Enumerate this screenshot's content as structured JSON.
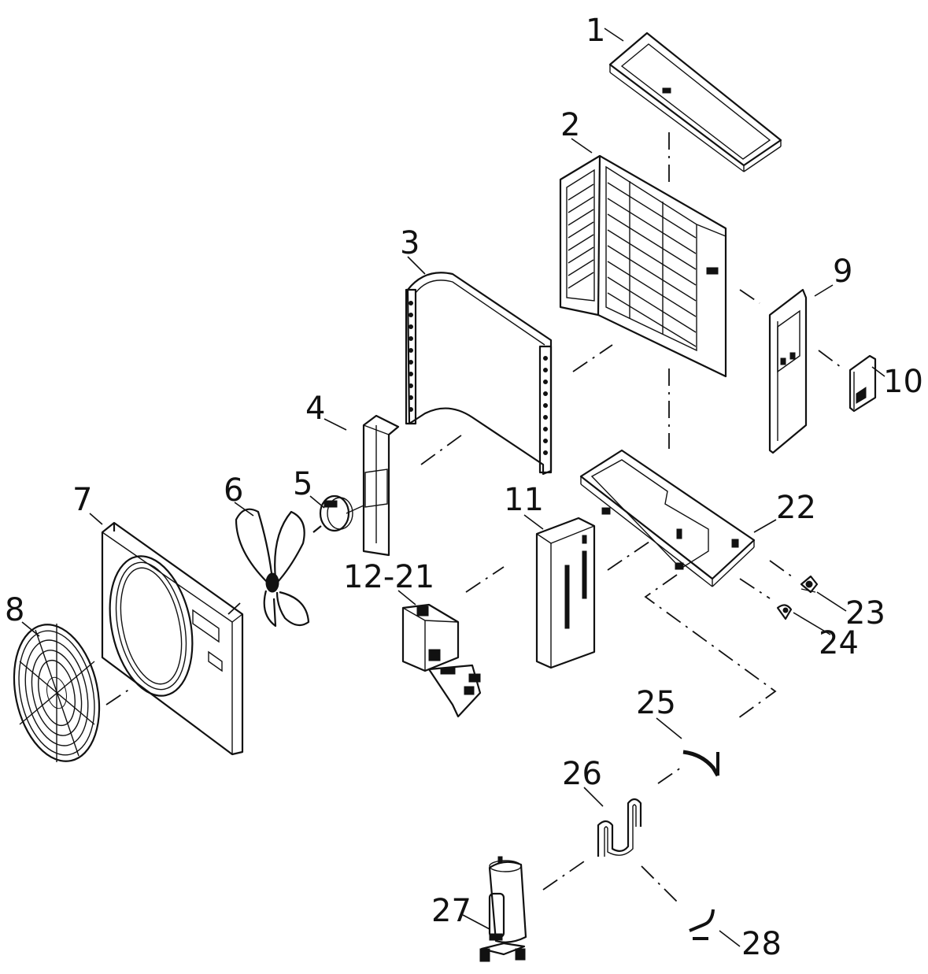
{
  "callouts": [
    {
      "id": "1",
      "text": "1"
    },
    {
      "id": "2",
      "text": "2"
    },
    {
      "id": "3",
      "text": "3"
    },
    {
      "id": "4",
      "text": "4"
    },
    {
      "id": "5",
      "text": "5"
    },
    {
      "id": "6",
      "text": "6"
    },
    {
      "id": "7",
      "text": "7"
    },
    {
      "id": "8",
      "text": "8"
    },
    {
      "id": "9",
      "text": "9"
    },
    {
      "id": "10",
      "text": "10"
    },
    {
      "id": "11",
      "text": "11"
    },
    {
      "id": "12-21",
      "text": "12-21"
    },
    {
      "id": "22",
      "text": "22"
    },
    {
      "id": "23",
      "text": "23"
    },
    {
      "id": "24",
      "text": "24"
    },
    {
      "id": "25",
      "text": "25"
    },
    {
      "id": "26",
      "text": "26"
    },
    {
      "id": "27",
      "text": "27"
    },
    {
      "id": "28",
      "text": "28"
    }
  ]
}
